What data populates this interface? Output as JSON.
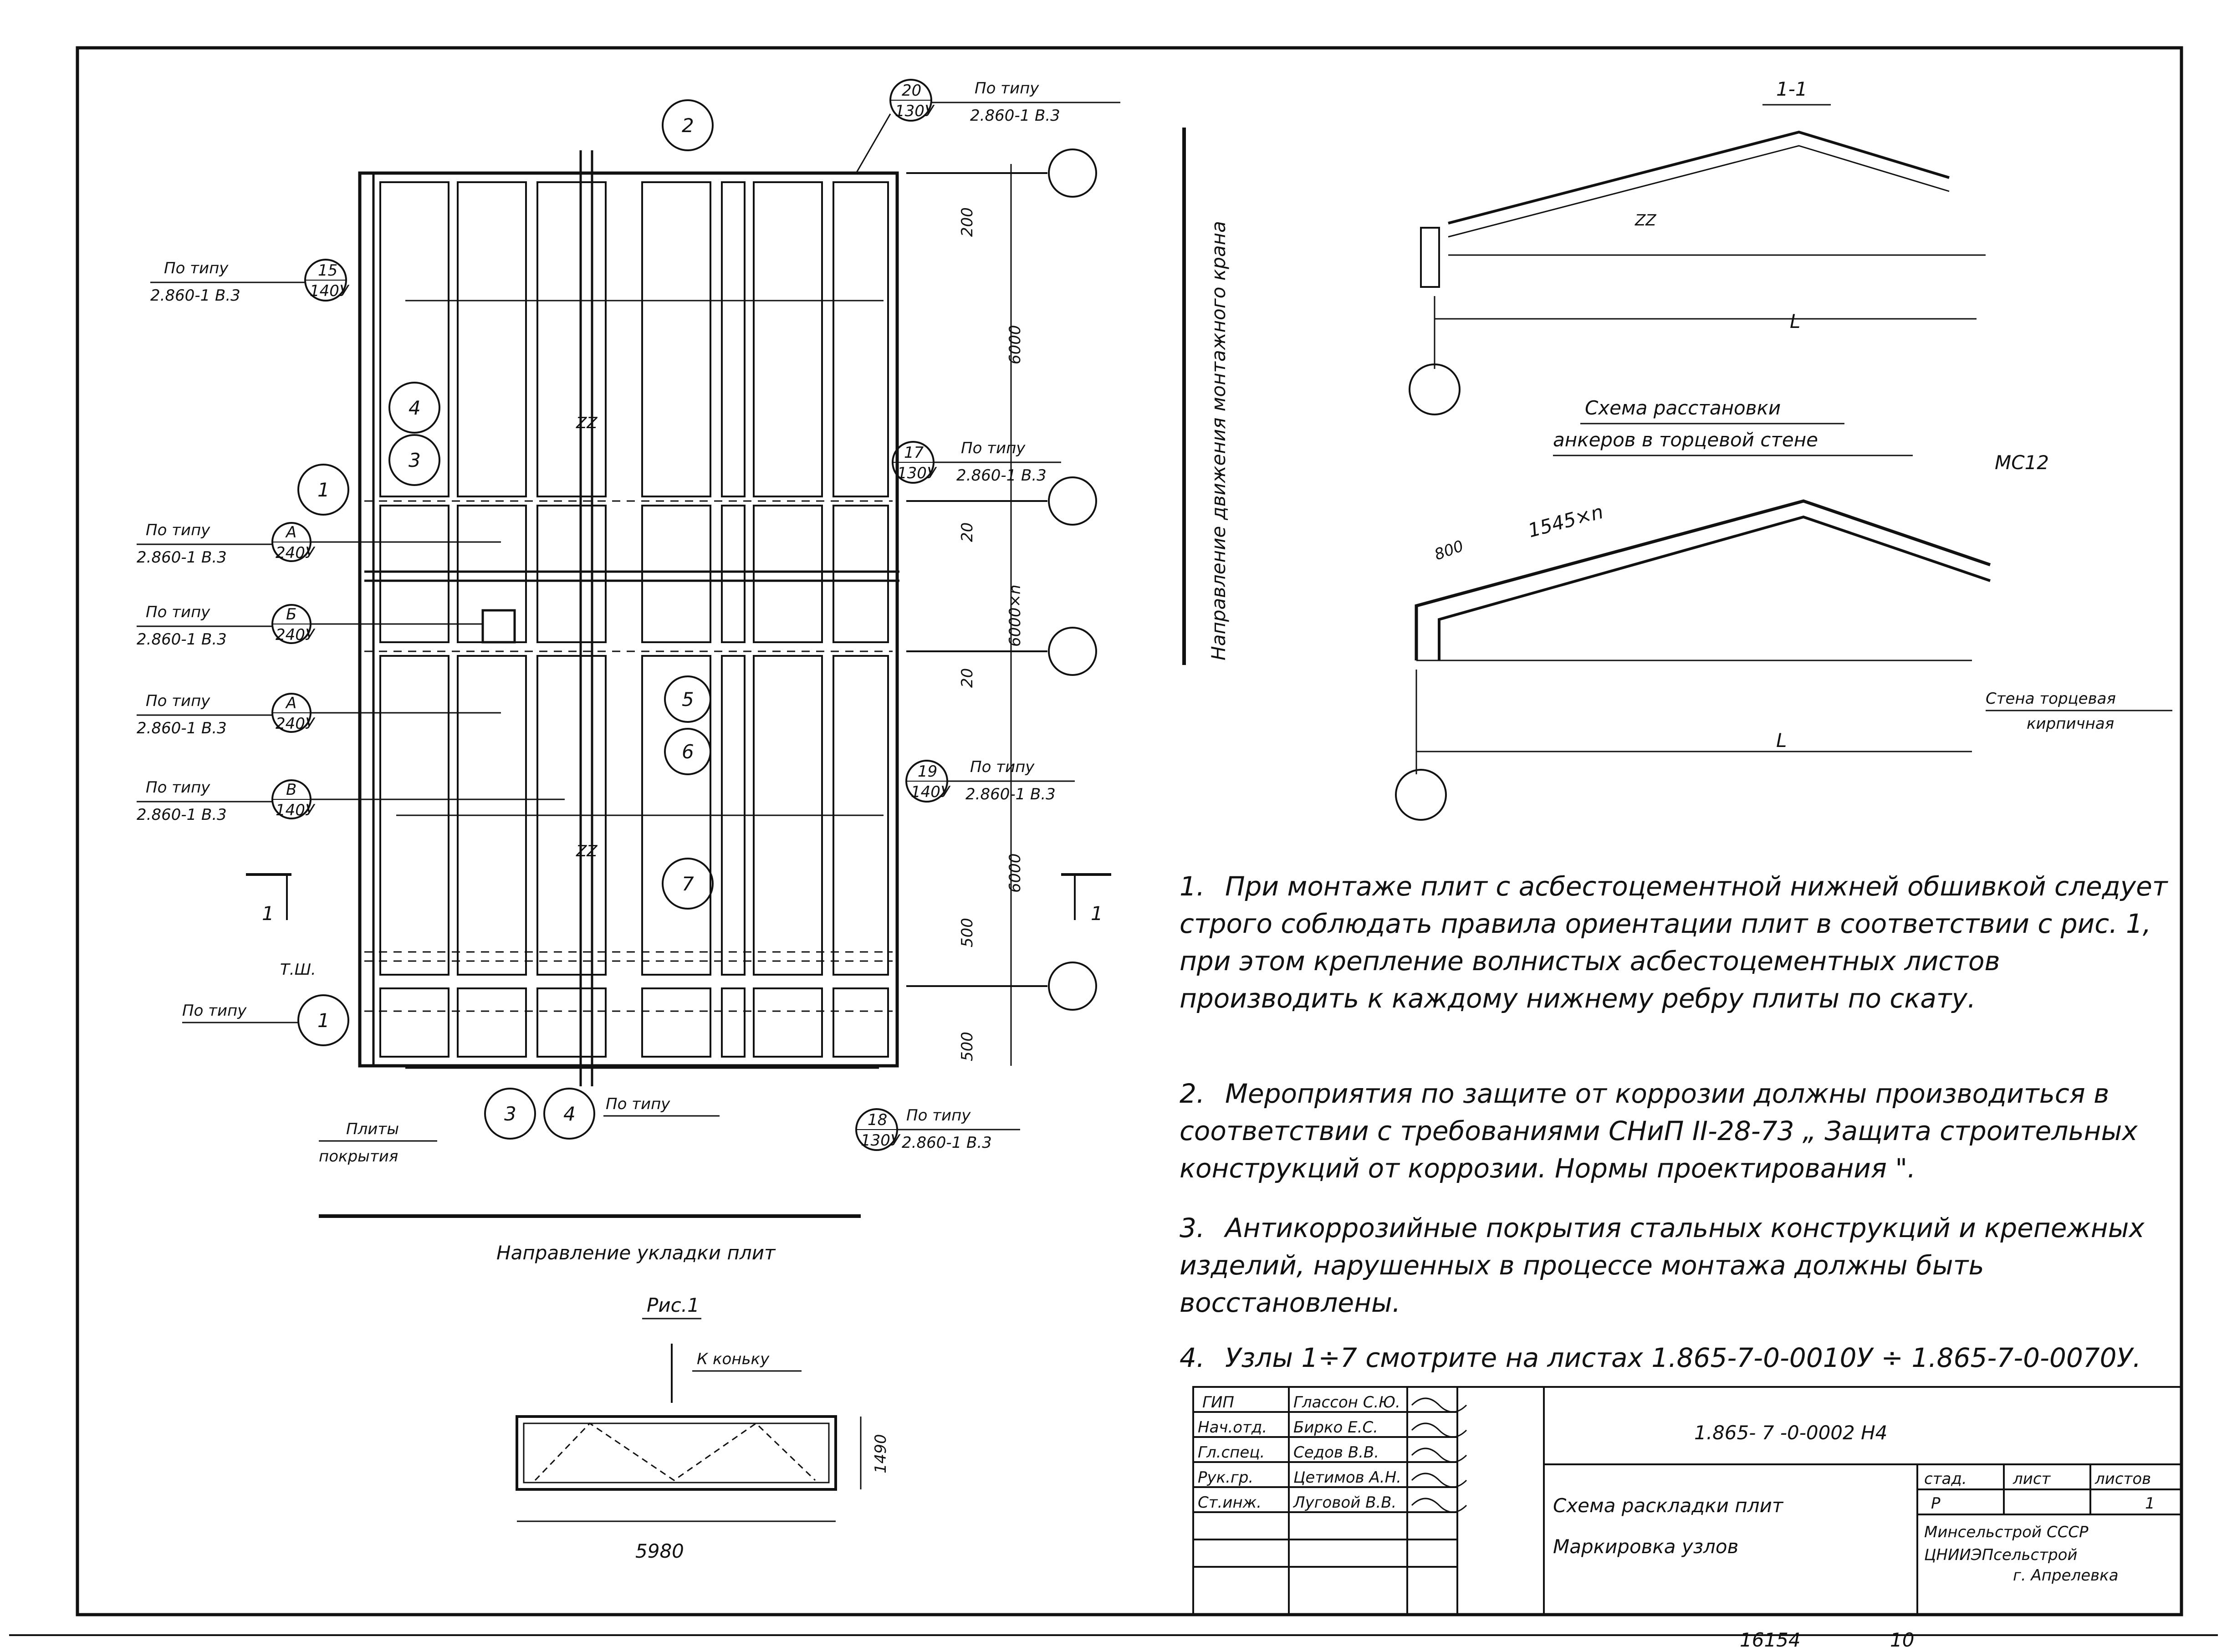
{
  "plan": {
    "node_2": "2",
    "node_1": "1",
    "node_4": "4",
    "node_3": "3",
    "node_5": "5",
    "node_6": "6",
    "node_7": "7",
    "node_1b": "1",
    "node_3b": "3",
    "node_4b": "4",
    "zz": "ZZ",
    "dim_200": "200",
    "dim_6000_top": "6000",
    "dim_20_a": "20",
    "dim_6000n": "6000×n",
    "dim_20_b": "20",
    "dim_6000_bot": "6000",
    "dim_500_a": "500",
    "dim_500_b": "500",
    "section_mark_left": "1",
    "section_mark_right": "1",
    "tsh": "Т.Ш.",
    "po_tipu_bottom": "По типу",
    "po_tipu_left1": "По типу",
    "po_tipu_34": "По типу",
    "plity_line1": "Плиты",
    "plity_line2": "покрытия",
    "direction_laying": "Направление укладки плит",
    "direction_crane": "Направление движения монтажного крана",
    "callouts": [
      {
        "top": "20",
        "bot": "130У",
        "line1": "По типу",
        "line2": "2.860-1 В.3"
      },
      {
        "top": "15",
        "bot": "140У",
        "line1": "По типу",
        "line2": "2.860-1 В.3"
      },
      {
        "top": "17",
        "bot": "130У",
        "line1": "По типу",
        "line2": "2.860-1 В.3"
      },
      {
        "top": "А",
        "bot": "240У",
        "line1": "По типу",
        "line2": "2.860-1 В.3"
      },
      {
        "top": "Б",
        "bot": "240У",
        "line1": "По типу",
        "line2": "2.860-1 В.3"
      },
      {
        "top": "А",
        "bot": "240У",
        "line1": "По типу",
        "line2": "2.860-1 В.3"
      },
      {
        "top": "В",
        "bot": "140У",
        "line1": "По типу",
        "line2": "2.860-1 В.3"
      },
      {
        "top": "19",
        "bot": "140У",
        "line1": "По типу",
        "line2": "2.860-1 В.3"
      },
      {
        "top": "18",
        "bot": "130У",
        "line1": "По типу",
        "line2": "2.860-1 В.3"
      }
    ]
  },
  "figure1": {
    "title": "Рис.1",
    "ridge": "К коньку",
    "width": "5980",
    "height": "1490"
  },
  "section": {
    "title": "1-1",
    "zz": "ZZ",
    "span": "L"
  },
  "anchor_scheme": {
    "title_line1": "Схема расстановки",
    "title_line2": "анкеров в торцевой стене",
    "mc": "МС12",
    "dim_800": "800",
    "dim_1545": "1545×n",
    "span": "L",
    "wall_line1": "Стена торцевая",
    "wall_line2": "кирпичная"
  },
  "notes": [
    {
      "num": "1.",
      "text": "При монтаже плит с асбестоцементной нижней обшивкой следует строго соблюдать правила ориентации плит в соответствии с рис. 1, при этом крепление волнистых асбестоцементных листов производить к каждому нижнему ребру плиты по скату."
    },
    {
      "num": "2.",
      "text": "Мероприятия по защите от коррозии должны производиться в соответствии с требованиями СНиП II-28-73 „ Защита строительных конструкций от коррозии. Нормы проектирования \"."
    },
    {
      "num": "3.",
      "text": "Антикоррозийные покрытия стальных конструкций и крепежных изделий, нарушенных в процессе монтажа должны быть восстановлены."
    },
    {
      "num": "4.",
      "text": "Узлы 1÷7 смотрите на листах 1.865-7-0-0010У ÷ 1.865-7-0-0070У."
    }
  ],
  "stamp": {
    "roles": [
      "ГИП",
      "Нач.отд.",
      "Гл.спец.",
      "Рук.гр.",
      "Ст.инж."
    ],
    "names": [
      "Глассон С.Ю.",
      "Бирко Е.С.",
      "Седов В.В.",
      "Цетимов А.Н.",
      "Луговой В.В."
    ],
    "doc_code": "1.865- 7 -0-0002 Н4",
    "title_line1": "Схема раскладки плит",
    "title_line2": "Маркировка узлов",
    "col_stage": "стад.",
    "col_sheet": "лист",
    "col_sheets": "листов",
    "stage": "Р",
    "sheets": "1",
    "org1": "Минсельстрой СССР",
    "org2": "ЦНИИЭПсельстрой",
    "org3": "г. Апрелевка",
    "bottom_num1": "16154",
    "bottom_num2": "10"
  }
}
